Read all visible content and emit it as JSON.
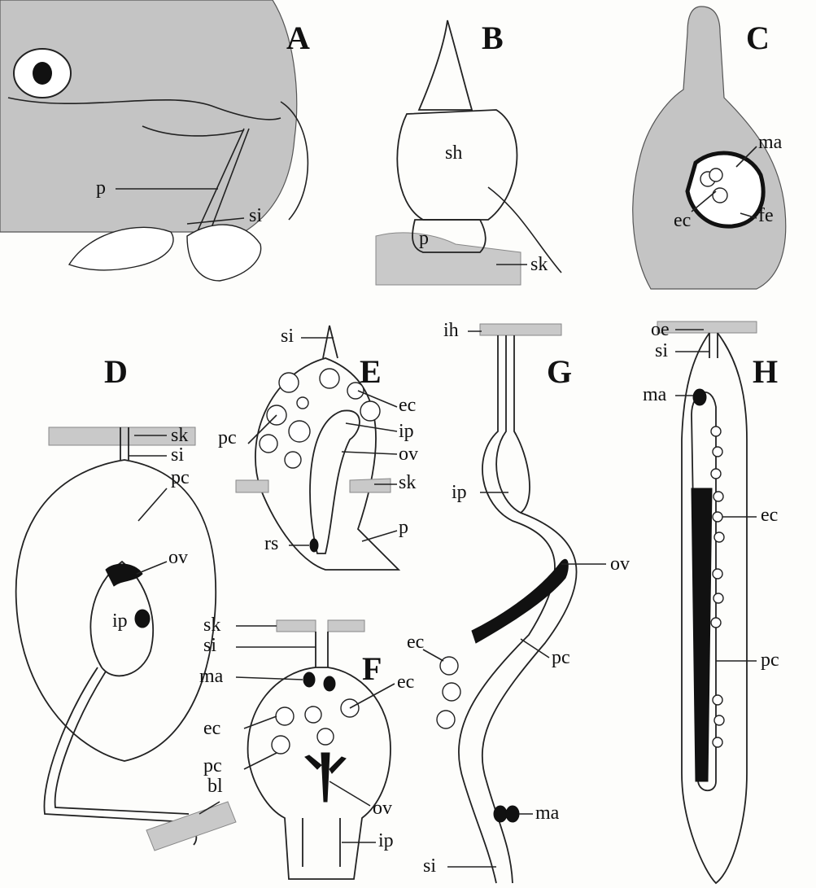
{
  "panels": [
    {
      "id": "A",
      "letter": "A",
      "labels": [
        "p",
        "si"
      ]
    },
    {
      "id": "B",
      "letter": "B",
      "labels": [
        "sh",
        "p",
        "sk"
      ]
    },
    {
      "id": "C",
      "letter": "C",
      "labels": [
        "ma",
        "ec",
        "fe"
      ]
    },
    {
      "id": "D",
      "letter": "D",
      "labels": [
        "sk",
        "si",
        "pc",
        "ov",
        "ip",
        "bl"
      ]
    },
    {
      "id": "E",
      "letter": "E",
      "labels": [
        "si",
        "ec",
        "ip",
        "ov",
        "sk",
        "pc",
        "rs",
        "p"
      ]
    },
    {
      "id": "F",
      "letter": "F",
      "labels": [
        "sk",
        "si",
        "ma",
        "ec",
        "ec",
        "pc",
        "ov",
        "ip"
      ]
    },
    {
      "id": "G",
      "letter": "G",
      "labels": [
        "ih",
        "ip",
        "ov",
        "ec",
        "pc",
        "ma",
        "si"
      ]
    },
    {
      "id": "H",
      "letter": "H",
      "labels": [
        "oe",
        "si",
        "ma",
        "ec",
        "pc"
      ]
    }
  ]
}
